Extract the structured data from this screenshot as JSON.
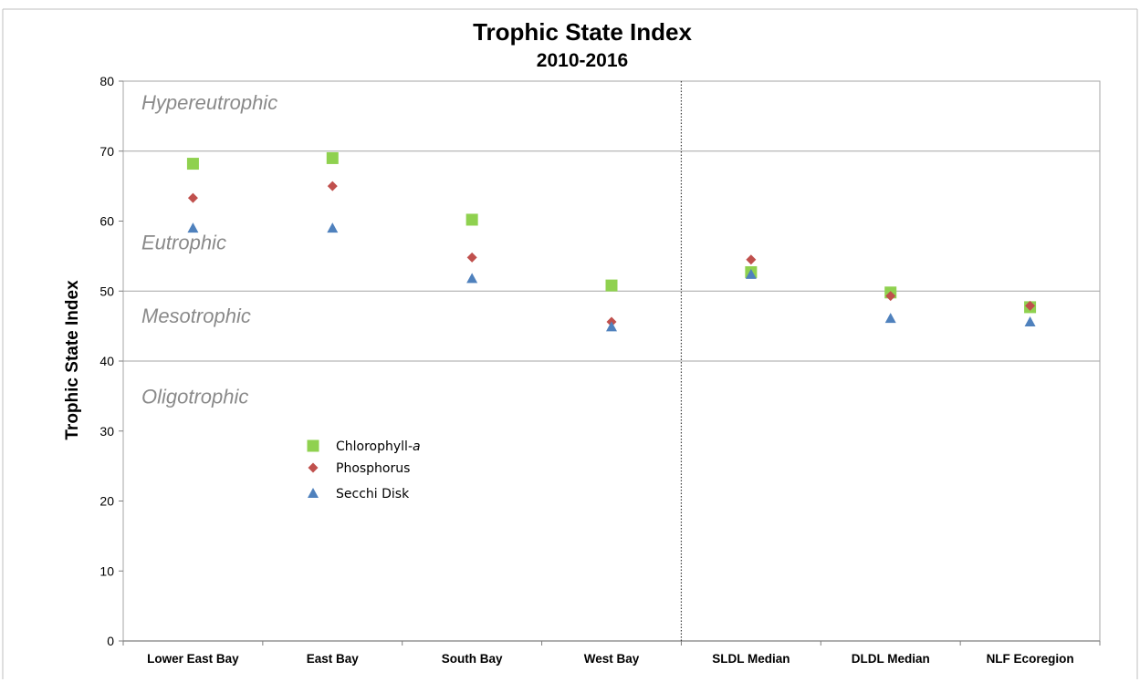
{
  "chart_data": {
    "type": "scatter",
    "title": "Trophic State Index",
    "subtitle": "2010-2016",
    "ylabel": "Trophic State Index",
    "xlabel": "",
    "ylim": [
      0,
      80
    ],
    "yticks": [
      0,
      10,
      20,
      30,
      40,
      50,
      60,
      70,
      80
    ],
    "categories": [
      "Lower East Bay",
      "East Bay",
      "South Bay",
      "West Bay",
      "SLDL Median",
      "DLDL Median",
      "NLF Ecoregion"
    ],
    "grid_lines_y": [
      40,
      50,
      70
    ],
    "divider_after_category": 3,
    "zones": [
      {
        "label": "Hypereutrophic",
        "y": 77
      },
      {
        "label": "Eutrophic",
        "y": 57
      },
      {
        "label": "Mesotrophic",
        "y": 46.5
      },
      {
        "label": "Oligotrophic",
        "y": 35
      }
    ],
    "series": [
      {
        "name": "Chlorophyll-",
        "name_italic_suffix": "a",
        "marker": "square",
        "color": "#8fd14f",
        "values": [
          68.2,
          69.0,
          60.2,
          50.8,
          52.7,
          49.8,
          47.7
        ]
      },
      {
        "name": "Phosphorus",
        "marker": "diamond",
        "color": "#c0504d",
        "values": [
          63.3,
          65.0,
          54.8,
          45.6,
          54.5,
          49.3,
          47.9
        ]
      },
      {
        "name": "Secchi Disk",
        "marker": "triangle",
        "color": "#4f81bd",
        "values": [
          59.0,
          59.0,
          51.8,
          44.9,
          52.4,
          46.1,
          45.6
        ]
      }
    ],
    "legend_placement": "center-left"
  }
}
